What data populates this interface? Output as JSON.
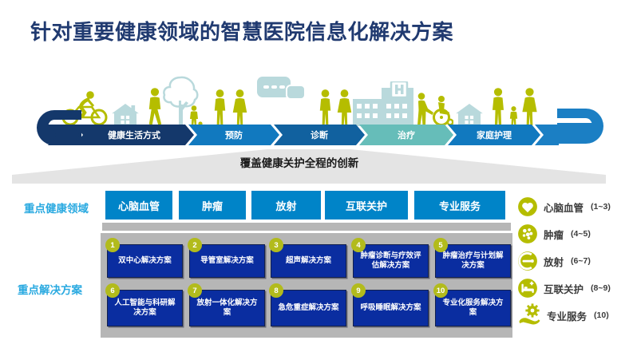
{
  "title": "针对重要健康领域的智慧医院信息化解决方案",
  "timeline": {
    "stages": [
      {
        "label": "健康生活方式",
        "color": "#14386b"
      },
      {
        "label": "预防",
        "color": "#1179bf"
      },
      {
        "label": "诊断",
        "color": "#11619f"
      },
      {
        "label": "治疗",
        "color": "#66bdb9"
      },
      {
        "label": "家庭护理",
        "color": "#1179bf"
      }
    ],
    "figures": [
      "cyclist",
      "house",
      "walking-person",
      "tree",
      "child-with-ball",
      "man",
      "woman",
      "chat-bubble",
      "man",
      "woman",
      "hospital",
      "caregiver-with-wheelchair",
      "house",
      "father",
      "child",
      "mother"
    ],
    "colors": {
      "people": "#b5bd00",
      "buildings": "#b9d9dc",
      "cap_left": "#14386b",
      "cap_right": "#1b7fc4"
    }
  },
  "banner": {
    "label": "覆盖健康关护全程的创新"
  },
  "sections": {
    "areas_label": "重点健康领域",
    "solutions_label": "重点解决方案"
  },
  "areas": {
    "color": "#0084c8",
    "items": [
      {
        "label": "心脑血管"
      },
      {
        "label": "肿瘤"
      },
      {
        "label": "放射"
      },
      {
        "label": "互联关护"
      },
      {
        "label": "专业服务"
      }
    ]
  },
  "solutions": {
    "box_color": "#0a2da0",
    "badge_color": "#b2bb1c",
    "items": [
      {
        "num": "1",
        "label": "双中心解决方案"
      },
      {
        "num": "2",
        "label": "导管室解决方案"
      },
      {
        "num": "3",
        "label": "超声解决方案"
      },
      {
        "num": "4",
        "label": "肿瘤诊断与疗效评估解决方案"
      },
      {
        "num": "5",
        "label": "肿瘤治疗与计划解决方案"
      },
      {
        "num": "6",
        "label": "人工智能与科研解决方案"
      },
      {
        "num": "7",
        "label": "放射一体化解决方案"
      },
      {
        "num": "8",
        "label": "急危重症解决方案"
      },
      {
        "num": "9",
        "label": "呼吸睡眠解决方案"
      },
      {
        "num": "10",
        "label": "专业化服务解决方案"
      }
    ]
  },
  "legend": {
    "accent": "#b5bd00",
    "items": [
      {
        "icon": "heart-icon",
        "label": "心脑血管",
        "range": "(1~3)"
      },
      {
        "icon": "tumor-cell-icon",
        "label": "肿瘤",
        "range": "(4~5)"
      },
      {
        "icon": "radiology-scanner-icon",
        "label": "放射",
        "range": "(6~7)"
      },
      {
        "icon": "patient-bed-icon",
        "label": "互联关护",
        "range": "(8~9)"
      },
      {
        "icon": "hand-gear-icon",
        "label": "专业服务",
        "range": "(10)"
      }
    ]
  }
}
